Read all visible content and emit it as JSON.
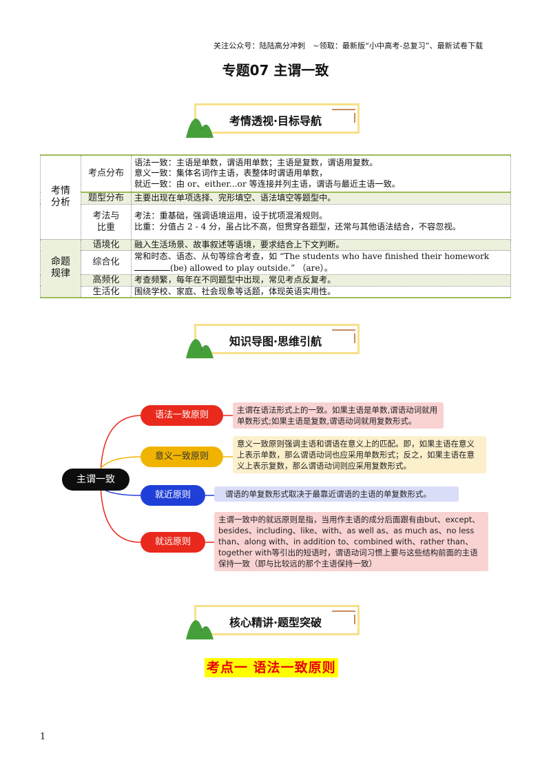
{
  "header": {
    "top_note": "关注公众号：陆陆高分冲刺　~领取：最新版“小中高考-总复习”、最新试卷下载",
    "title": "专题07  主谓一致"
  },
  "banners": [
    {
      "label": "考情透视·目标导航"
    },
    {
      "label": "知识导图·思维引航"
    },
    {
      "label": "核心精讲·题型突破"
    }
  ],
  "analysis_table": {
    "groups": [
      {
        "category": "考情\n分析",
        "rows": [
          {
            "sub": "考点分布",
            "lines": [
              "语法一致：主语是单数，谓语用单数；主语是复数，谓语用复数。",
              "意义一致：集体名词作主语，表整体时谓语用单数，",
              "就近一致：由 or、either...or 等连接并列主语，谓语与最近主语一致。"
            ]
          },
          {
            "sub": "题型分布",
            "lines": [
              "主要出现在单项选择、完形填空、语法填空等题型中。"
            ]
          },
          {
            "sub": "考法与\n比重",
            "lines": [
              "考法：重基础，强调语境运用，设于扰项混淆规则。",
              "比重：分值占 2 - 4 分，虽占比不高，但贯穿各题型，还常与其他语法结合，不容忽视。"
            ]
          }
        ]
      },
      {
        "category": "命题\n规律",
        "rows": [
          {
            "sub": "语境化",
            "lines": [
              "融入生活场景、故事叙述等语境，要求结合上下文判断。"
            ]
          },
          {
            "sub": "综合化",
            "lines": [
              "常和时态、语态、从句等综合考查，如 “The students who have finished their homework",
              "(be) allowed to play outside.” （are）。"
            ]
          },
          {
            "sub": "高频化",
            "lines": [
              "考查频繁，每年在不同题型中出现，常见考点反复考。"
            ]
          },
          {
            "sub": "生活化",
            "lines": [
              "围绕学校、家庭、社会现象等话题，体现英语实用性。"
            ]
          }
        ]
      }
    ]
  },
  "mindmap": {
    "root": "主谓一致",
    "branches": [
      {
        "label": "语法一致原则",
        "color": "#e8291c",
        "note": "主谓在语法形式上的一致。如果主语是单数,谓语动词就用单数形式;如果主语是复数,谓语动词就用复数形式。"
      },
      {
        "label": "意义一致原则",
        "color": "#f0b400",
        "note": "意义一致原则强调主语和谓语在意义上的匹配。即，如果主语在意义上表示单数，那么谓语动词也应采用单数形式；反之，如果主语在意义上表示复数，那么谓语动词则应采用复数形式。"
      },
      {
        "label": "就近原则",
        "color": "#1f3fd8",
        "note": "谓语的单复数形式取决于最靠近谓语的主语的单复数形式。"
      },
      {
        "label": "就远原则",
        "color": "#e8291c",
        "note": "主谓一致中的就远原则是指，当用作主语的成分后面跟有由but、except、besides、including、like、with、as well as、as much as、no less than、along with、in addition to、combined with、rather than、together with等引出的短语时，谓语动词习惯上要与这些结构前面的主语保持一致（即与比较远的那个主语保持一致）"
      }
    ]
  },
  "section": {
    "kaodian_title": "考点一  语法一致原则"
  },
  "footer": {
    "page_number": "1"
  }
}
